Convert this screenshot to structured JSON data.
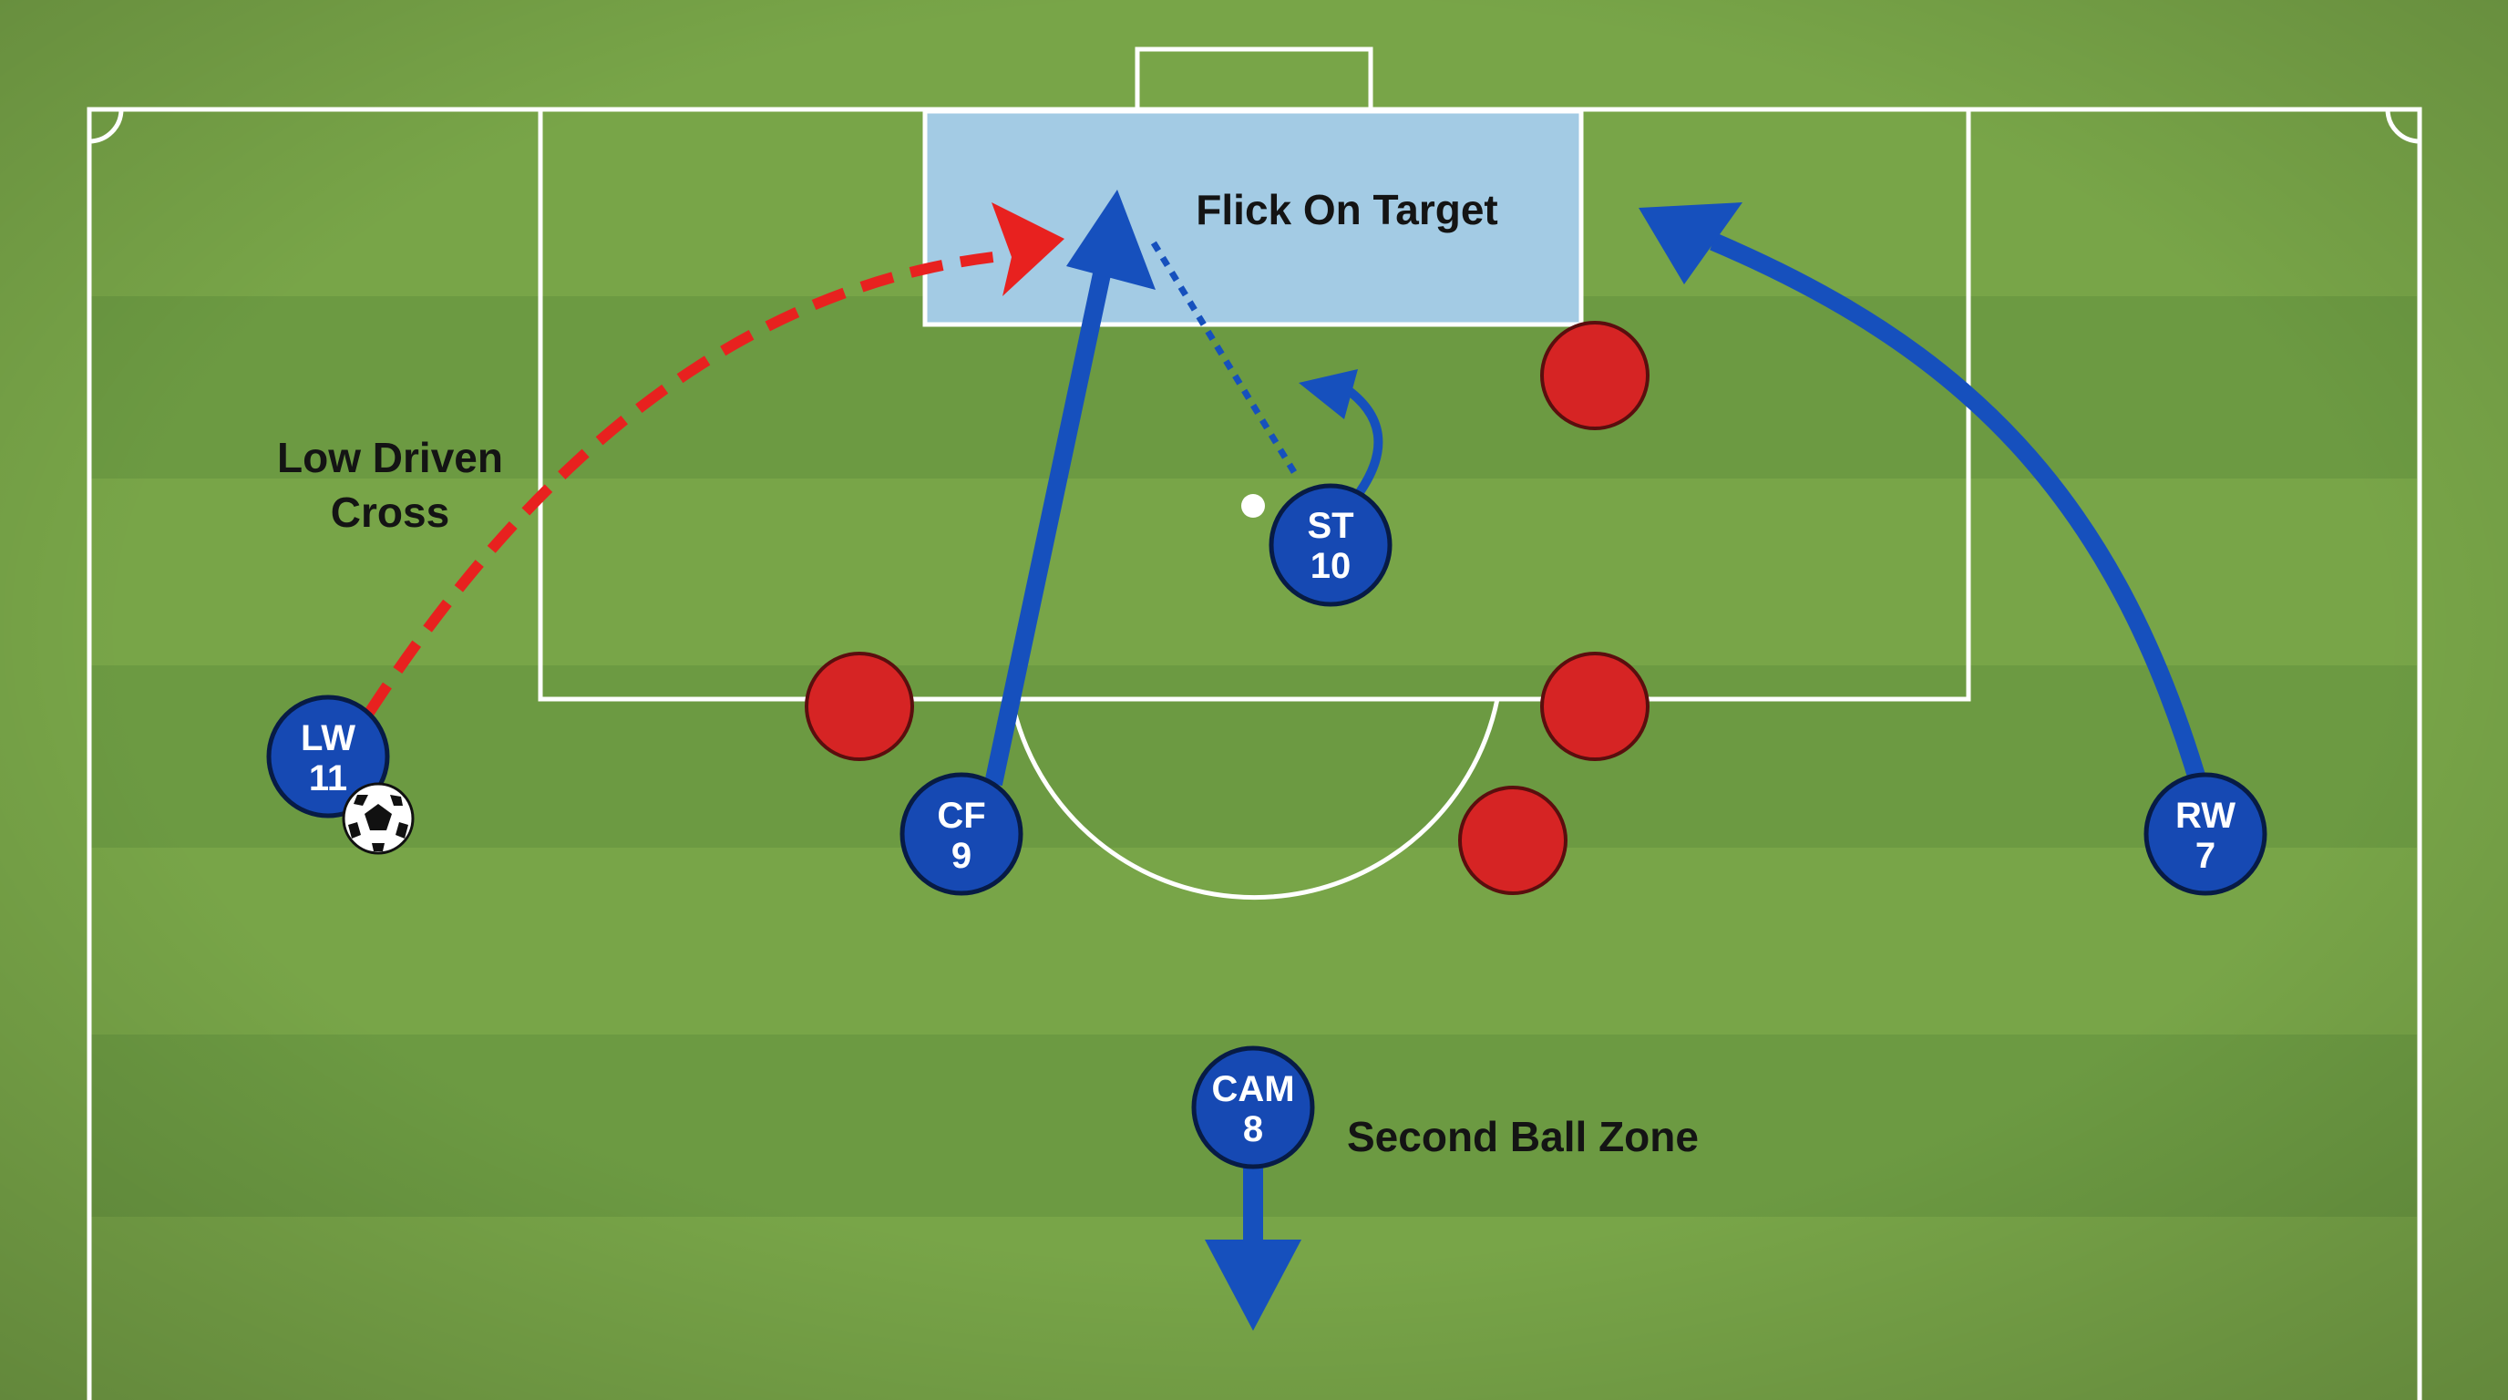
{
  "labels": {
    "flick_target": "Flick On Target",
    "cross_line1": "Low Driven",
    "cross_line2": "Cross",
    "second_ball": "Second Ball Zone"
  },
  "players": [
    {
      "id": "lw",
      "role": "LW",
      "number": "11"
    },
    {
      "id": "st",
      "role": "ST",
      "number": "10"
    },
    {
      "id": "cf",
      "role": "CF",
      "number": "9"
    },
    {
      "id": "rw",
      "role": "RW",
      "number": "7"
    },
    {
      "id": "cam",
      "role": "CAM",
      "number": "8"
    }
  ],
  "colors": {
    "attacker": "#1649b3",
    "defender": "#d62424",
    "cross_path": "#e8211f",
    "run_arrow": "#1650bd",
    "target_zone": "#a3cbe4",
    "pitch_light": "#7ba84b",
    "pitch_dark": "#6c9a42",
    "lines": "#ffffff"
  }
}
